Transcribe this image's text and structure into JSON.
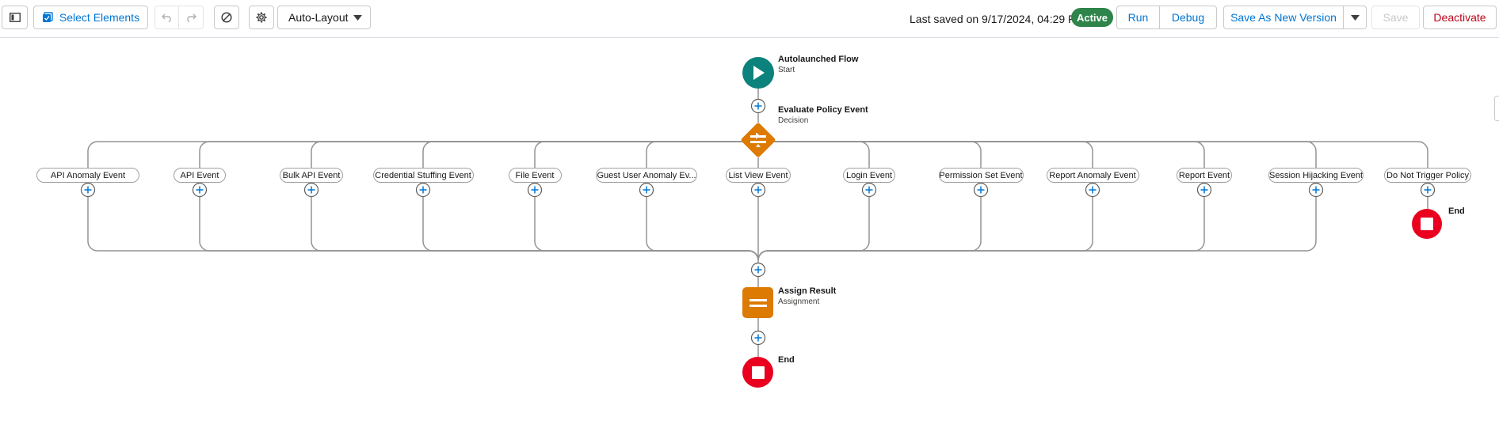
{
  "toolbar": {
    "select_elements_label": "Select Elements",
    "layout_select_value": "Auto-Layout",
    "last_saved_text": "Last saved on 9/17/2024, 04:29 PM",
    "status_badge": "Active",
    "run_label": "Run",
    "debug_label": "Debug",
    "save_as_new_version_label": "Save As New Version",
    "save_label": "Save",
    "deactivate_label": "Deactivate"
  },
  "flow": {
    "start": {
      "title": "Autolaunched Flow",
      "subtitle": "Start"
    },
    "decision": {
      "title": "Evaluate Policy Event",
      "subtitle": "Decision"
    },
    "outcomes": [
      "API Anomaly Event",
      "API Event",
      "Bulk API Event",
      "Credential Stuffing Event",
      "File Event",
      "Guest User Anomaly Ev...",
      "List View Event",
      "Login Event",
      "Permission Set Event",
      "Report Anomaly Event",
      "Report Event",
      "Session Hijacking Event",
      "Do Not Trigger Policy"
    ],
    "branch_end": {
      "title": "End"
    },
    "assignment": {
      "title": "Assign Result",
      "subtitle": "Assignment"
    },
    "final_end": {
      "title": "End"
    }
  },
  "colors": {
    "brand_blue": "#0176d3",
    "active_green": "#2e844a",
    "start_teal": "#0b827c",
    "decision_orange": "#dd7a01",
    "end_red": "#ea001e",
    "connector_gray": "#939393"
  }
}
